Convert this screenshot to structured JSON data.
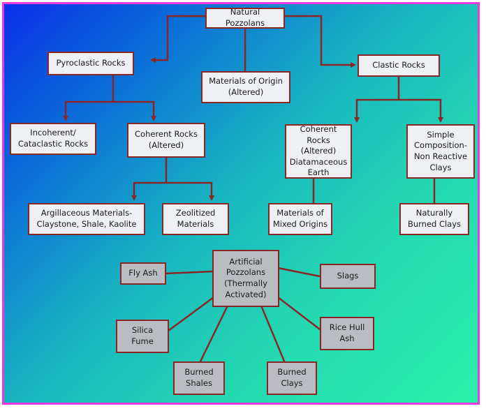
{
  "natural": {
    "root": "Natural Pozzolans",
    "pyroclastic": "Pyroclastic Rocks",
    "origin_altered": "Materials of Origin\n(Altered)",
    "clastic": "Clastic Rocks",
    "incoherent": "Incoherent/\nCataclastic Rocks",
    "coherent_altered": "Coherent Rocks\n(Altered)",
    "coherent_diatom": "Coherent Rocks\n(Altered)\nDiatamaceous\nEarth",
    "simple_comp": "Simple\nComposition-\nNon Reactive\nClays",
    "argillaceous": "Argillaceous Materials-\nClaystone, Shale, Kaolite",
    "zeolitized": "Zeolitized\nMaterials",
    "mixed_origins": "Materials of\nMixed Origins",
    "burned_clays_nat": "Naturally\nBurned Clays"
  },
  "artificial": {
    "center": "Artificial\nPozzolans\n(Thermally\nActivated)",
    "fly_ash": "Fly Ash",
    "slags": "Slags",
    "silica_fume": "Silica\nFume",
    "rice_hull": "Rice Hull\nAsh",
    "burned_shales": "Burned\nShales",
    "burned_clays": "Burned\nClays"
  },
  "colors": {
    "border": "#e83ae0",
    "line": "#8b2626",
    "box_light": "#eef0f3",
    "box_gray": "#b9bcc0"
  }
}
